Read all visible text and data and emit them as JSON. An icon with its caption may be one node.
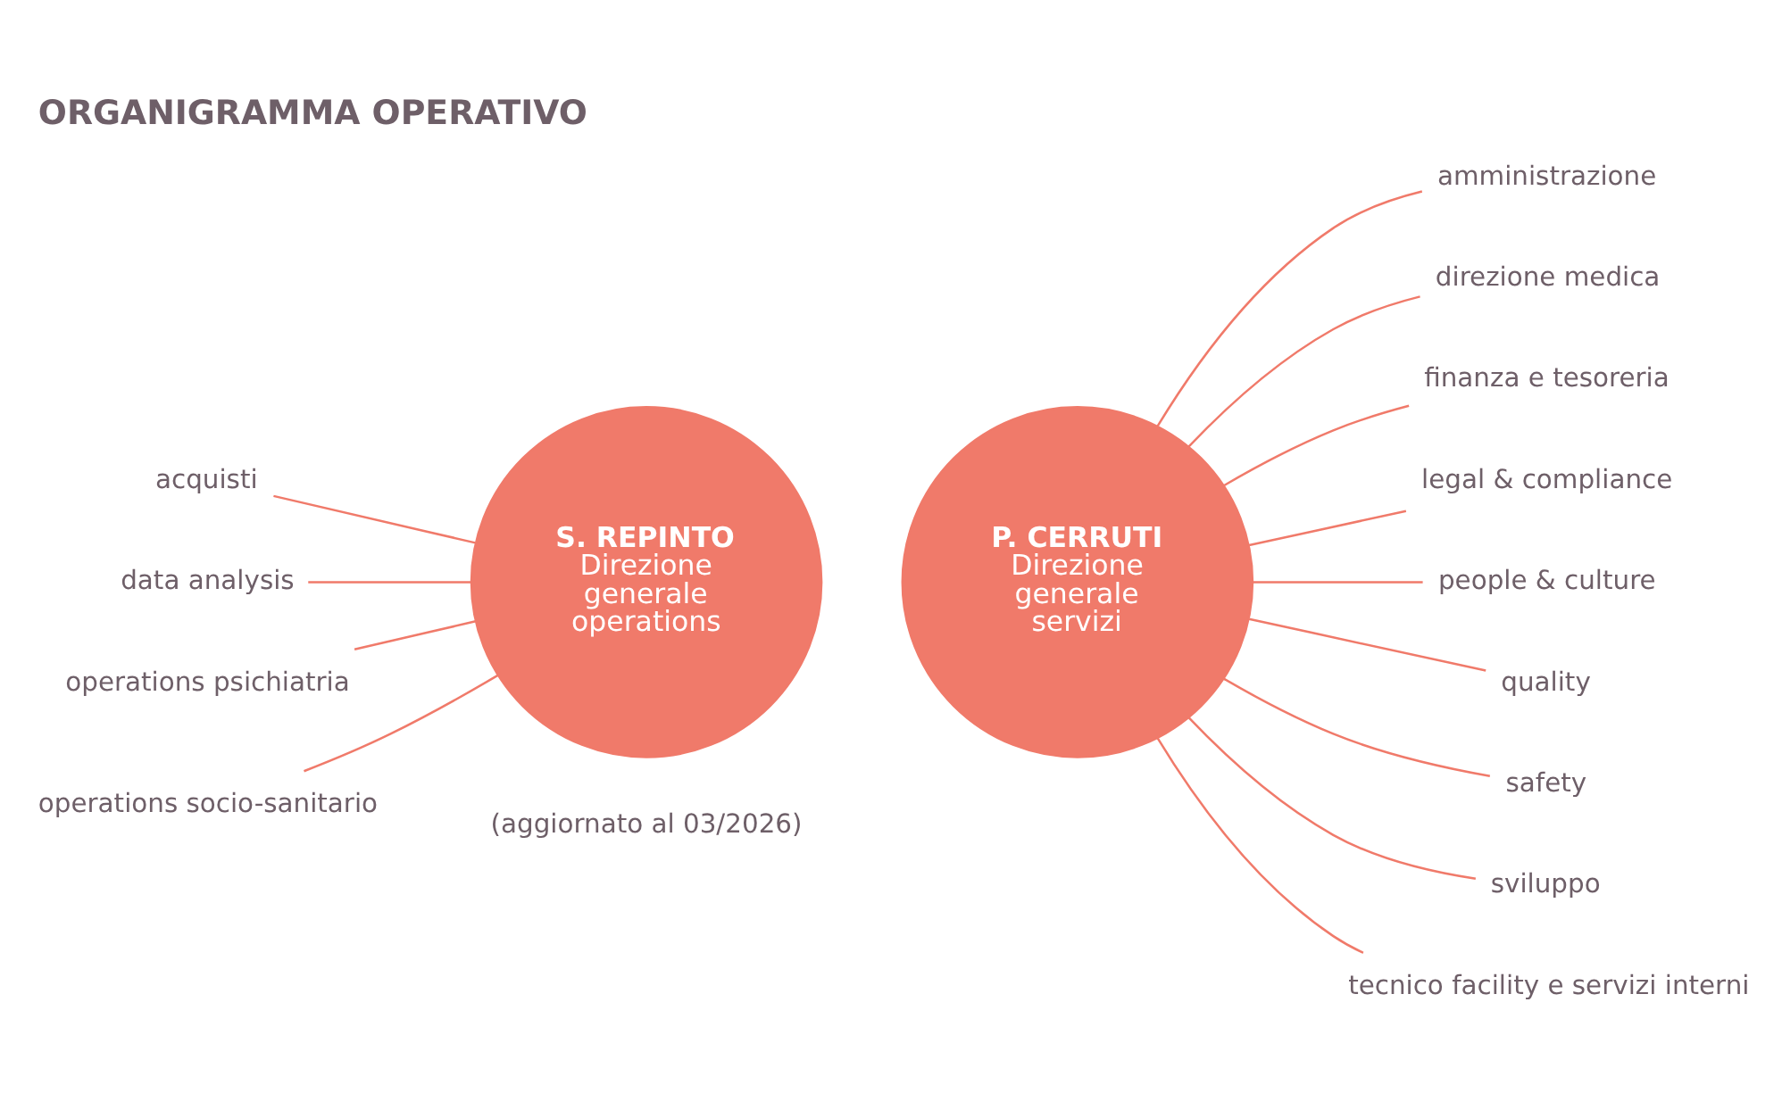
{
  "diagram": {
    "title": "ORGANIGRAMMA OPERATIVO",
    "nodes": [
      {
        "text": [
          "S. REPINTO",
          "Direzione generale operations"
        ]
      },
      {
        "text": [
          "P. CERRUTI",
          "Direzione generale servizi"
        ]
      },
      {
        "text": [
          "acquisti"
        ]
      },
      {
        "text": [
          "data analysis"
        ]
      },
      {
        "text": [
          "operations psichiatria"
        ]
      },
      {
        "text": [
          "operations socio-sanitario"
        ]
      },
      {
        "text": [
          "amministrazione"
        ]
      },
      {
        "text": [
          "direzione medica"
        ]
      },
      {
        "text": [
          "finanza e tesoreria"
        ]
      },
      {
        "text": [
          "legal & compliance"
        ]
      },
      {
        "text": [
          "people & culture"
        ]
      },
      {
        "text": [
          "quality"
        ]
      },
      {
        "text": [
          "safety"
        ]
      },
      {
        "text": [
          "sviluppo"
        ]
      },
      {
        "text": [
          "tecnico facility e servizi interni"
        ]
      }
    ],
    "edges": [
      {
        "from": 2,
        "to": 0,
        "arrow": "none"
      },
      {
        "from": 3,
        "to": 0,
        "arrow": "none"
      },
      {
        "from": 4,
        "to": 0,
        "arrow": "none"
      },
      {
        "from": 5,
        "to": 0,
        "arrow": "none"
      },
      {
        "from": 1,
        "to": 6,
        "arrow": "none"
      },
      {
        "from": 1,
        "to": 7,
        "arrow": "none"
      },
      {
        "from": 1,
        "to": 8,
        "arrow": "none"
      },
      {
        "from": 1,
        "to": 9,
        "arrow": "none"
      },
      {
        "from": 1,
        "to": 10,
        "arrow": "none"
      },
      {
        "from": 1,
        "to": 11,
        "arrow": "none"
      },
      {
        "from": 1,
        "to": 12,
        "arrow": "none"
      },
      {
        "from": 1,
        "to": 13,
        "arrow": "none"
      },
      {
        "from": 1,
        "to": 14,
        "arrow": "none"
      }
    ],
    "labels": [
      "(aggiornato al 03/2026)"
    ]
  }
}
